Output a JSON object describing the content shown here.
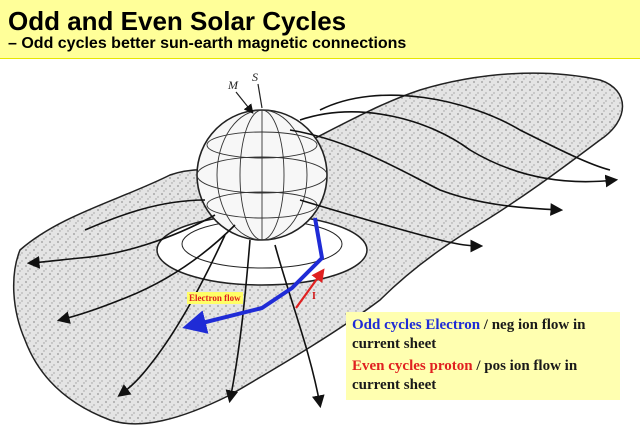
{
  "header": {
    "title": "Odd and Even Solar Cycles",
    "subtitle": "– Odd cycles better sun-earth magnetic connections"
  },
  "diagram": {
    "sphere_labels": {
      "m": "M",
      "s": "S"
    },
    "electron_flow_label": "Electron flow",
    "current_label": "I",
    "colors": {
      "electron_arrow": "#1f2bd6",
      "current_arrow": "#e02020",
      "sheet_fill": "#d8d8d8"
    }
  },
  "legend": {
    "odd_highlight": "Odd cycles Electron",
    "odd_rest": " / neg ion flow in current sheet",
    "even_highlight": "Even cycles proton",
    "even_rest": " / pos ion flow in current sheet"
  }
}
